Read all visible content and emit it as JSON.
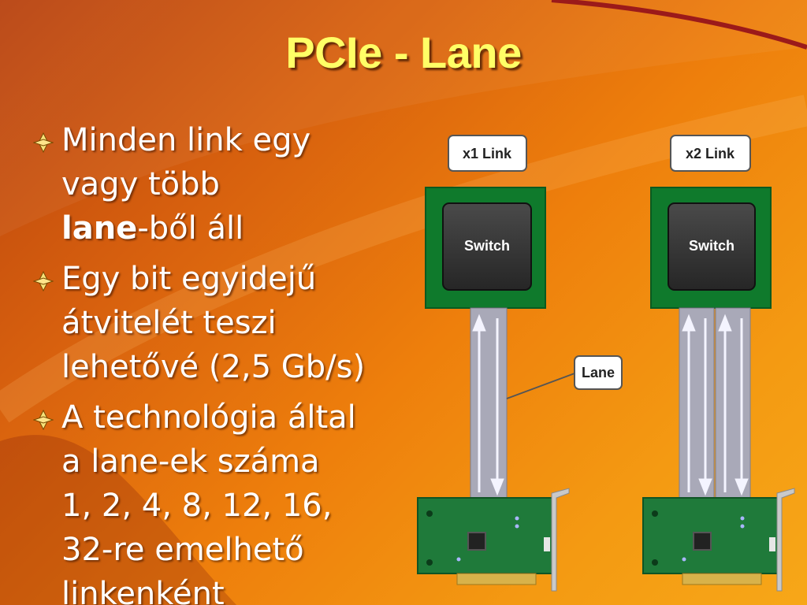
{
  "slide": {
    "title": "PCIe - Lane",
    "bullets": [
      {
        "lines": [
          "Minden link egy",
          "vagy több"
        ],
        "bold": "lane",
        "rest": "-ből áll"
      },
      {
        "lines": [
          "Egy bit egyidejű",
          "átvitelét teszi",
          "lehetővé (2,5 Gb/s)"
        ]
      },
      {
        "lines": [
          "A technológia által",
          "a lane-ek száma",
          "1, 2, 4, 8, 12, 16,",
          "32-re emelhető",
          "linkenként"
        ]
      }
    ]
  },
  "diagram": {
    "left_label": "x1 Link",
    "right_label": "x2 Link",
    "switch_label": "Switch",
    "lane_label": "Lane",
    "left_lanes": 1,
    "right_lanes": 2
  }
}
